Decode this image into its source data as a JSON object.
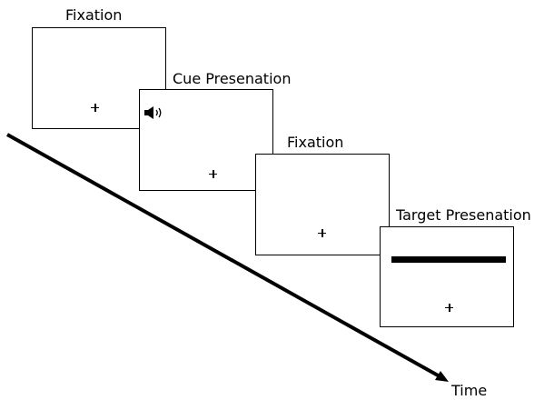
{
  "diagram": {
    "stages": [
      {
        "label": "Fixation",
        "stimulus": "fixation-cross"
      },
      {
        "label": "Cue Presenation",
        "stimulus": "fixation-cross",
        "cue_icon": "speaker-icon"
      },
      {
        "label": "Fixation",
        "stimulus": "fixation-cross"
      },
      {
        "label": "Target Presenation",
        "stimulus": "fixation-cross",
        "target": "horizontal-bar"
      }
    ],
    "axis_label": "Time"
  }
}
